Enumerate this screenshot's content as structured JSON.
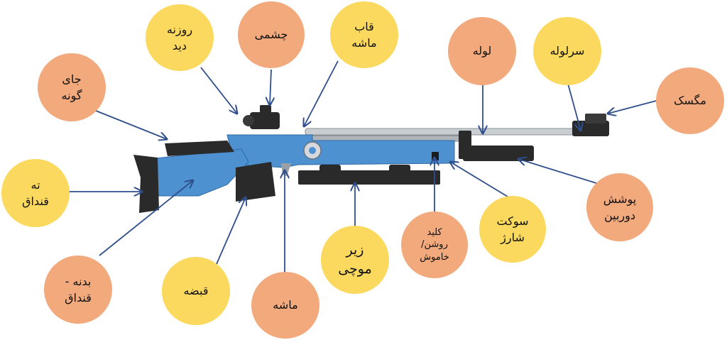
{
  "colors": {
    "yellow": "#FBD95E",
    "orange": "#F2A97C",
    "arrow": "#2F4E8C",
    "rifle_blue": "#4E91D1",
    "rifle_black": "#2A2A2A",
    "barrel_silver": "#C9CED3"
  },
  "labels": {
    "eyepiece": "چشمی",
    "diopter": "روزنه\nدید",
    "trigger_guard": "قاب\nماشه",
    "barrel": "لوله",
    "muzzle": "سرلوله",
    "front_sight": "مگسک",
    "cheek_rest": "جای\nگونه",
    "butt_plate": "ته\nقنداق",
    "stock_body": "بدنه -\nقنداق",
    "grip": "قبضه",
    "trigger": "ماشه",
    "forend": "زیر\nموچی",
    "switch": "کلید\nروشن/\nخاموش",
    "charge_socket": "سوکت\nشارژ",
    "scope_cover": "پوشش\nدوربین"
  }
}
